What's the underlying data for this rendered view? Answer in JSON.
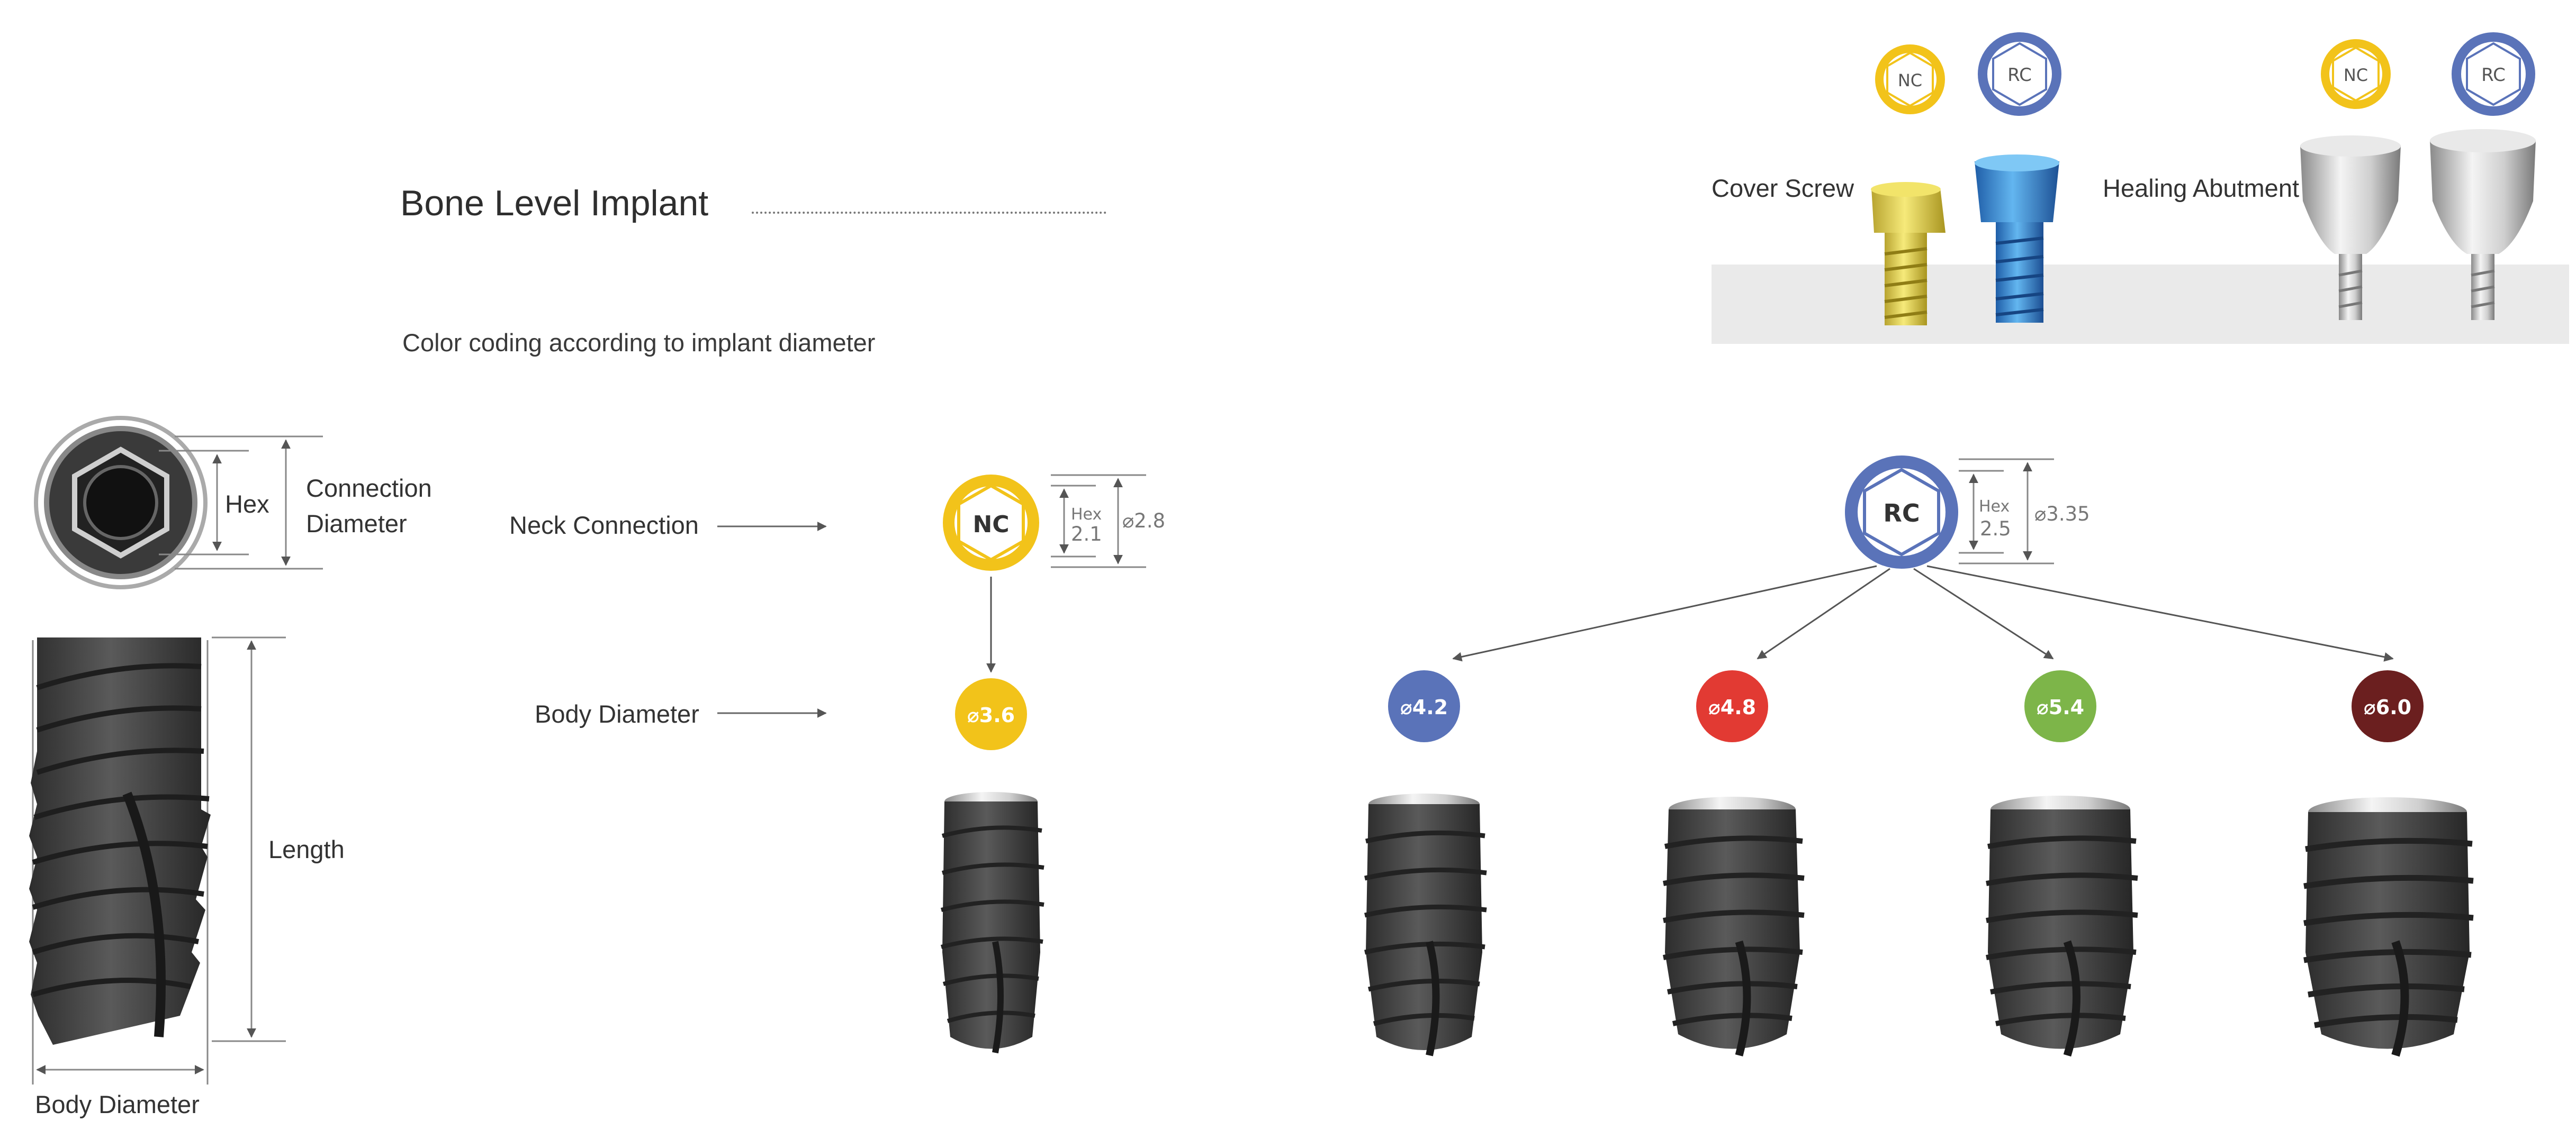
{
  "title": "Bone Level Implant",
  "subtitle": "Color coding according to implant diameter",
  "legend": {
    "hex": "Hex",
    "connection_diameter": [
      "Connection",
      "Diameter"
    ],
    "length": "Length",
    "body_diameter": "Body Diameter"
  },
  "rows": {
    "neck_connection": "Neck Connection",
    "body_diameter": "Body Diameter"
  },
  "connections": [
    {
      "label": "NC",
      "hex_label": "Hex",
      "hex_value": "2.1",
      "diameter": "⌀2.8",
      "color": "#f2c31a"
    },
    {
      "label": "RC",
      "hex_label": "Hex",
      "hex_value": "2.5",
      "diameter": "⌀3.35",
      "color": "#5a73b9"
    }
  ],
  "bodies": [
    {
      "label": "⌀3.6",
      "color": "#f2c31a",
      "connection": "NC"
    },
    {
      "label": "⌀4.2",
      "color": "#5a73b9",
      "connection": "RC"
    },
    {
      "label": "⌀4.8",
      "color": "#e23a33",
      "connection": "RC"
    },
    {
      "label": "⌀5.4",
      "color": "#7db549",
      "connection": "RC"
    },
    {
      "label": "⌀6.0",
      "color": "#6b1f1f",
      "connection": "RC"
    }
  ],
  "components": {
    "cover_screw": "Cover Screw",
    "healing_abutment": "Healing Abutment",
    "badges": [
      "NC",
      "RC",
      "NC",
      "RC"
    ]
  },
  "colors": {
    "nc": "#f2c31a",
    "rc": "#5a73b9",
    "implant_dark": "#3b3b3b",
    "screw_gold": "#e8d040",
    "screw_blue": "#3a8fd6"
  }
}
